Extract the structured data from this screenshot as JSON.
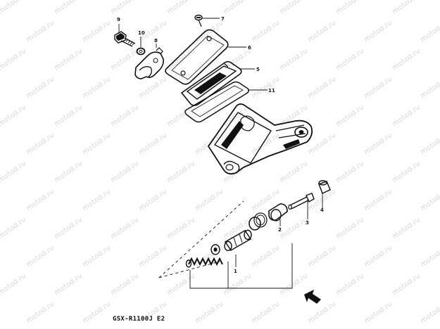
{
  "watermark": {
    "text": "motod.ru",
    "color": "#d8d8d8"
  },
  "callouts": {
    "c1": "1",
    "c2": "2",
    "c3": "3",
    "c4": "4",
    "c5": "5",
    "c6": "6",
    "c7": "7",
    "c8": "8",
    "c9": "9",
    "c10": "10",
    "c11": "11"
  },
  "footer": {
    "code": "GSX-R1100J E2"
  },
  "colors": {
    "ink": "#111111",
    "paper": "#ffffff"
  },
  "icons": {
    "direction_marker": "front-arrow-icon"
  }
}
